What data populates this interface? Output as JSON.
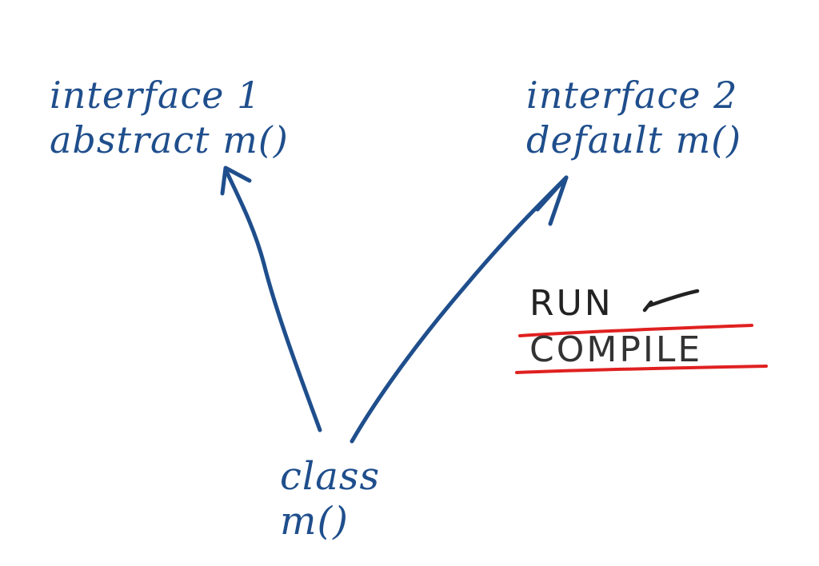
{
  "colors": {
    "ink_blue": "#1f4e8c",
    "ink_black": "#222222",
    "strike_red": "#e02020",
    "background": "#ffffff"
  },
  "nodes": {
    "interface1": {
      "name": "interface 1",
      "method": "abstract m()"
    },
    "interface2": {
      "name": "interface 2",
      "method": "default m()"
    },
    "class": {
      "name": "class",
      "method": "m()"
    }
  },
  "edges": [
    {
      "from": "class",
      "to": "interface1"
    },
    {
      "from": "class",
      "to": "interface2"
    }
  ],
  "status": {
    "run": {
      "label": "RUN",
      "mark": "check-mark"
    },
    "compile": {
      "label": "COMPILE",
      "mark": "crossed-out"
    }
  }
}
